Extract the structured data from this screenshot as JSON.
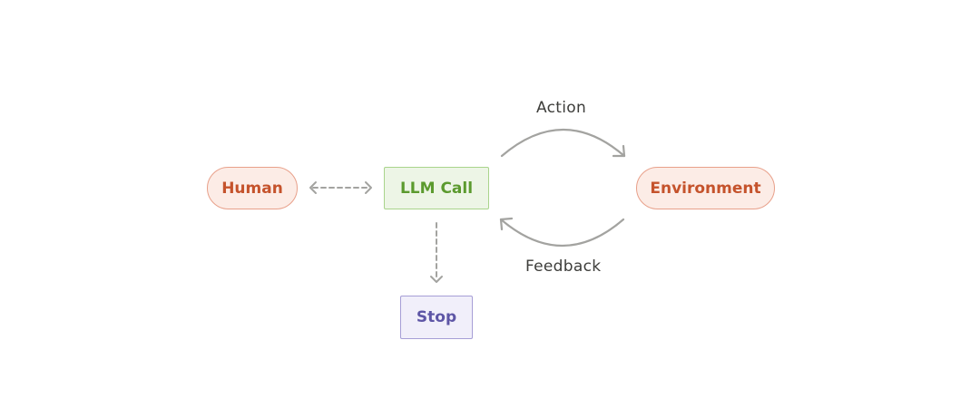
{
  "nodes": {
    "human": "Human",
    "llm_call": "LLM Call",
    "environment": "Environment",
    "stop": "Stop"
  },
  "edges": {
    "action": "Action",
    "feedback": "Feedback"
  },
  "colors": {
    "human_fill": "#fcece6",
    "human_text": "#c5532c",
    "llm_fill": "#edf5e6",
    "llm_text": "#5b9a2e",
    "stop_fill": "#f1effa",
    "stop_text": "#5e56a6",
    "arrow": "#a3a3a0"
  }
}
